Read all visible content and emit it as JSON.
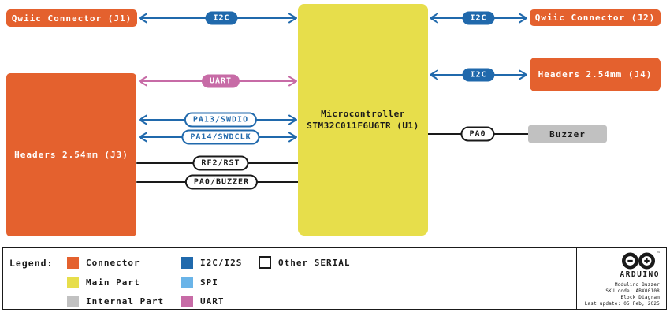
{
  "palette": {
    "connector_orange": "#E4612E",
    "main_part_yellow": "#E7DE4B",
    "internal_part_gray": "#C1C1C1",
    "i2c_blue": "#2069AC",
    "spi_light_blue": "#6AB4E8",
    "uart_pink": "#C76BA6",
    "line_black": "#1a1a1a"
  },
  "blocks": {
    "j1": {
      "label": "Qwiic Connector (J1)"
    },
    "j2": {
      "label": "Qwiic Connector (J2)"
    },
    "j4": {
      "label": "Headers 2.54mm (J4)"
    },
    "j3": {
      "label": "Headers 2.54mm (J3)"
    },
    "mcu": {
      "line1": "Microcontroller",
      "line2": "STM32C011F6U6TR (U1)"
    },
    "buzzer": {
      "label": "Buzzer"
    }
  },
  "connections": {
    "i2c_j1": {
      "label": "I2C",
      "type": "I2C",
      "style": "solid-blue"
    },
    "i2c_j2": {
      "label": "I2C",
      "type": "I2C",
      "style": "solid-blue"
    },
    "i2c_j4": {
      "label": "I2C",
      "type": "I2C",
      "style": "solid-blue"
    },
    "uart": {
      "label": "UART",
      "type": "UART",
      "style": "solid-pink"
    },
    "pa13": {
      "label": "PA13/SWDIO",
      "type": "signal",
      "style": "outline-blue"
    },
    "pa14": {
      "label": "PA14/SWDCLK",
      "type": "signal",
      "style": "outline-blue"
    },
    "rf2": {
      "label": "RF2/RST",
      "type": "signal",
      "style": "outline-black"
    },
    "pa0_buzzer": {
      "label": "PA0/BUZZER",
      "type": "signal",
      "style": "outline-black"
    },
    "pa0": {
      "label": "PA0",
      "type": "signal",
      "style": "outline-black"
    }
  },
  "legend": {
    "title": "Legend:",
    "items": [
      {
        "label": "Connector",
        "color": "#E4612E"
      },
      {
        "label": "Main Part",
        "color": "#E7DE4B"
      },
      {
        "label": "Internal Part",
        "color": "#C1C1C1"
      },
      {
        "label": "I2C/I2S",
        "color": "#2069AC"
      },
      {
        "label": "SPI",
        "color": "#6AB4E8"
      },
      {
        "label": "UART",
        "color": "#C76BA6"
      },
      {
        "label": "Other SERIAL",
        "color": "#FFFFFF"
      }
    ]
  },
  "footer": {
    "brand": "ARDUINO",
    "trademark": "™",
    "product": "Modulino Buzzer",
    "sku": "SKU code: ABX00108",
    "doc_type": "Block Diagram",
    "last_update": "Last update: 05 Feb, 2025"
  }
}
